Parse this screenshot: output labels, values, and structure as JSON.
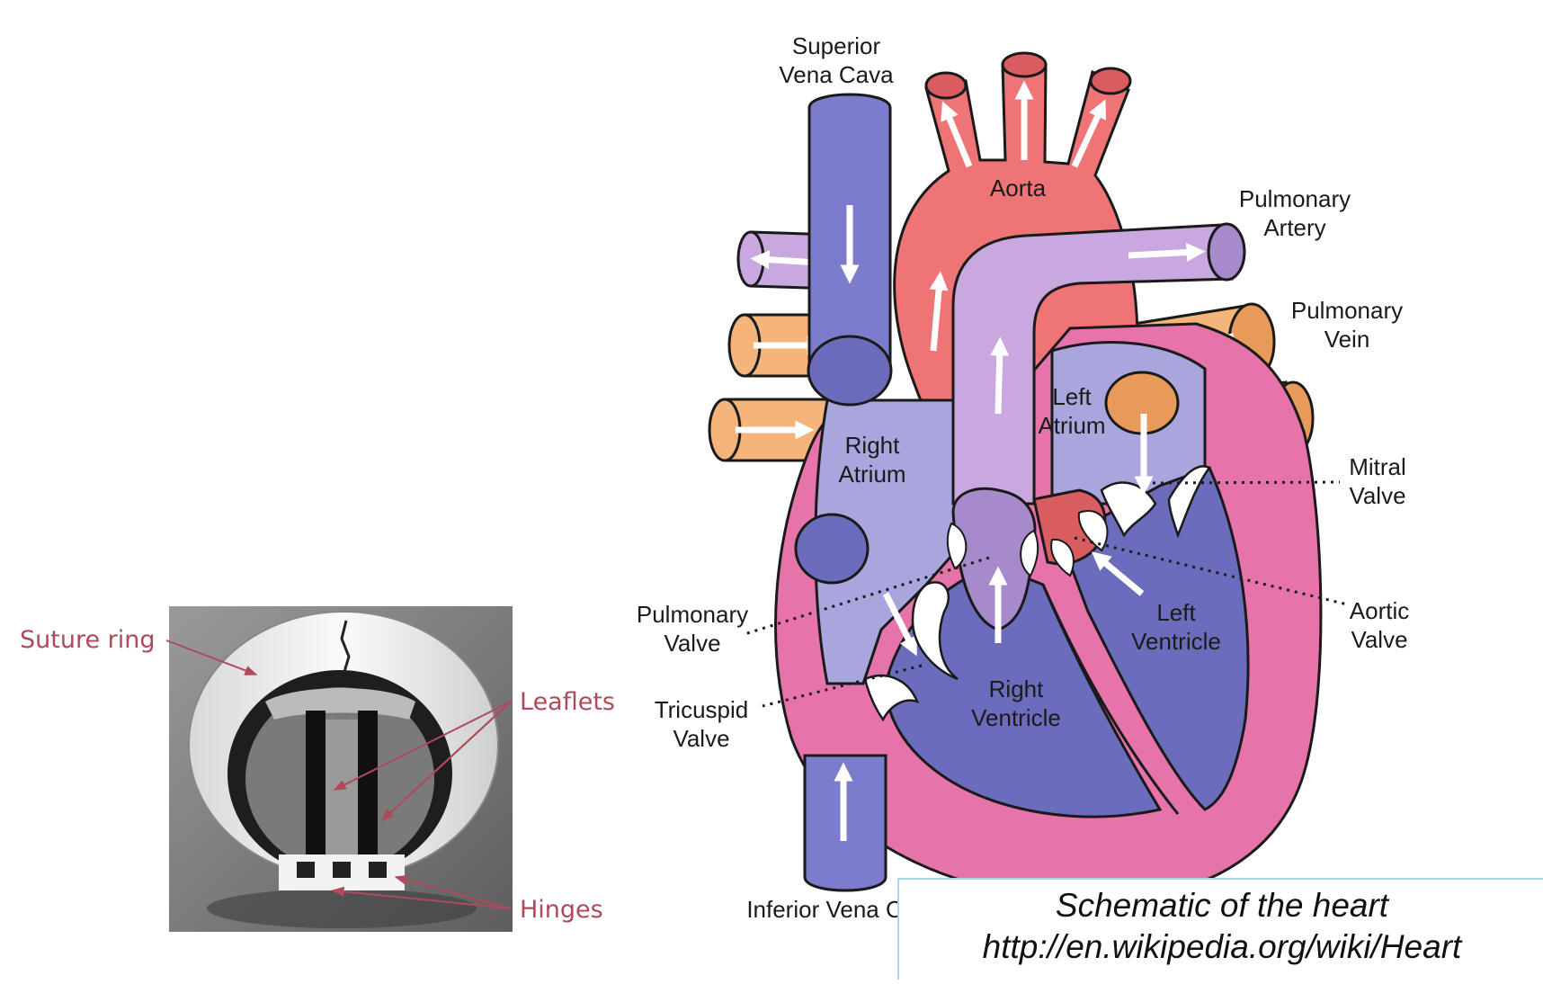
{
  "heart_diagram": {
    "labels": {
      "superior_vena_cava": [
        "Superior",
        "Vena Cava"
      ],
      "aorta": "Aorta",
      "pulmonary_artery": [
        "Pulmonary",
        "Artery"
      ],
      "pulmonary_vein": [
        "Pulmonary",
        "Vein"
      ],
      "left_atrium": [
        "Left",
        "Atrium"
      ],
      "right_atrium": [
        "Right",
        "Atrium"
      ],
      "mitral_valve": [
        "Mitral",
        "Valve"
      ],
      "aortic_valve": [
        "Aortic",
        "Valve"
      ],
      "pulmonary_valve": [
        "Pulmonary",
        "Valve"
      ],
      "tricuspid_valve": [
        "Tricuspid",
        "Valve"
      ],
      "left_ventricle": [
        "Left",
        "Ventricle"
      ],
      "right_ventricle": [
        "Right",
        "Ventricle"
      ],
      "inferior_vena_cava": "Inferior Vena Cava"
    },
    "colors": {
      "vena_cava": "#7c7ccc",
      "aorta": "#ee7476",
      "pulmonary_artery": "#c4a4dc",
      "pulmonary_vein": "#f2b274",
      "heart_wall": "#e673aa",
      "right_chambers": "#a8a6dc",
      "ventricles": "#6c6cbc"
    }
  },
  "valve_photo": {
    "callouts": {
      "suture_ring": "Suture ring",
      "leaflets": "Leaflets",
      "hinges": "Hinges"
    },
    "callout_color": "#b04a5a"
  },
  "caption": {
    "title": "Schematic of the heart",
    "url": "http://en.wikipedia.org/wiki/Heart"
  }
}
